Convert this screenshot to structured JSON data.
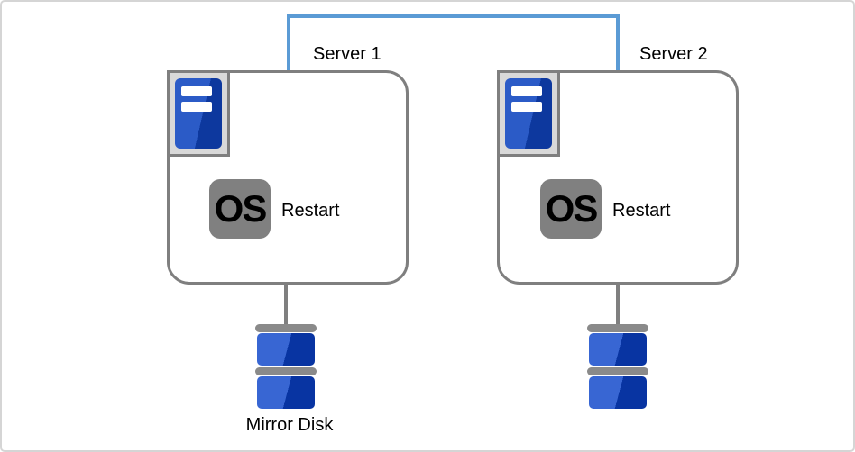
{
  "colors": {
    "connector": "#5b9bd5",
    "outline": "#7f7f7f",
    "frameFill": "#d9d9d9",
    "badge": "#808080",
    "diskGray": "#8a8a8a",
    "towerLight": "#2b5bc7",
    "towerDark": "#0d389e",
    "diskLight": "#3866d3",
    "diskDark": "#0834a2",
    "canvasBorder": "#d5d5d5",
    "ink": "#000000"
  },
  "servers": [
    {
      "label": "Server 1",
      "os_badge": "OS",
      "action": "Restart"
    },
    {
      "label": "Server 2",
      "os_badge": "OS",
      "action": "Restart"
    }
  ],
  "storage": {
    "label": "Mirror Disk"
  },
  "icons": [
    {
      "name": "heartbeat-connector-line",
      "shape": "blue n-shaped line joining the tops of both servers"
    },
    {
      "name": "server-tower-icon",
      "shape": "blue tower with two white drive slots on gray plate"
    },
    {
      "name": "os-badge-icon",
      "shape": "gray rounded square with bold OS text"
    },
    {
      "name": "mirror-disk-icon",
      "shape": "two stacked blue platters with gray separators"
    }
  ]
}
